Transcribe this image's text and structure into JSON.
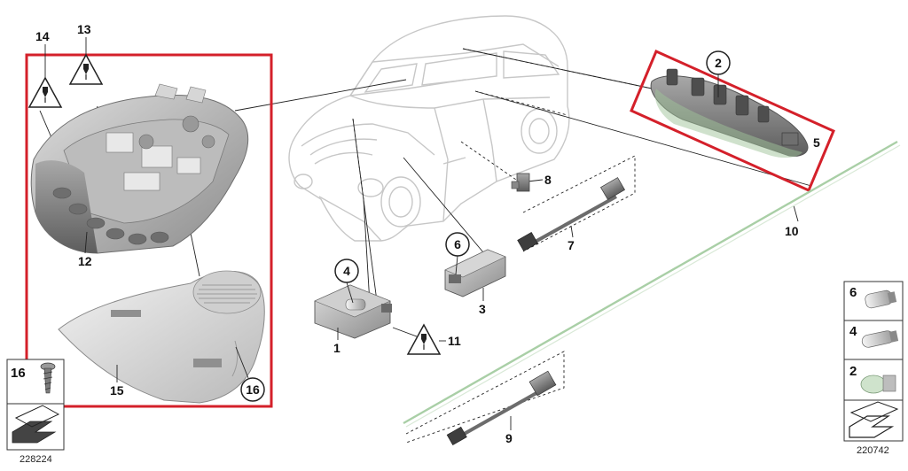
{
  "diagram": {
    "callouts": {
      "p1": "1",
      "p2": "2",
      "p3": "3",
      "p4": "4",
      "p5": "5",
      "p6": "6",
      "p7": "7",
      "p8": "8",
      "p9": "9",
      "p10": "10",
      "p11": "11",
      "p12": "12",
      "p13": "13",
      "p14": "14",
      "p15": "15",
      "p16": "16"
    },
    "reference_left": "228224",
    "reference_right": "220742",
    "legend_left": {
      "item": "16"
    },
    "legend_right": {
      "items": [
        "6",
        "4",
        "2"
      ]
    },
    "colors": {
      "highlight": "#d4202a",
      "part_fill": "#c9c9c9",
      "outline": "#bdbdbd"
    }
  }
}
